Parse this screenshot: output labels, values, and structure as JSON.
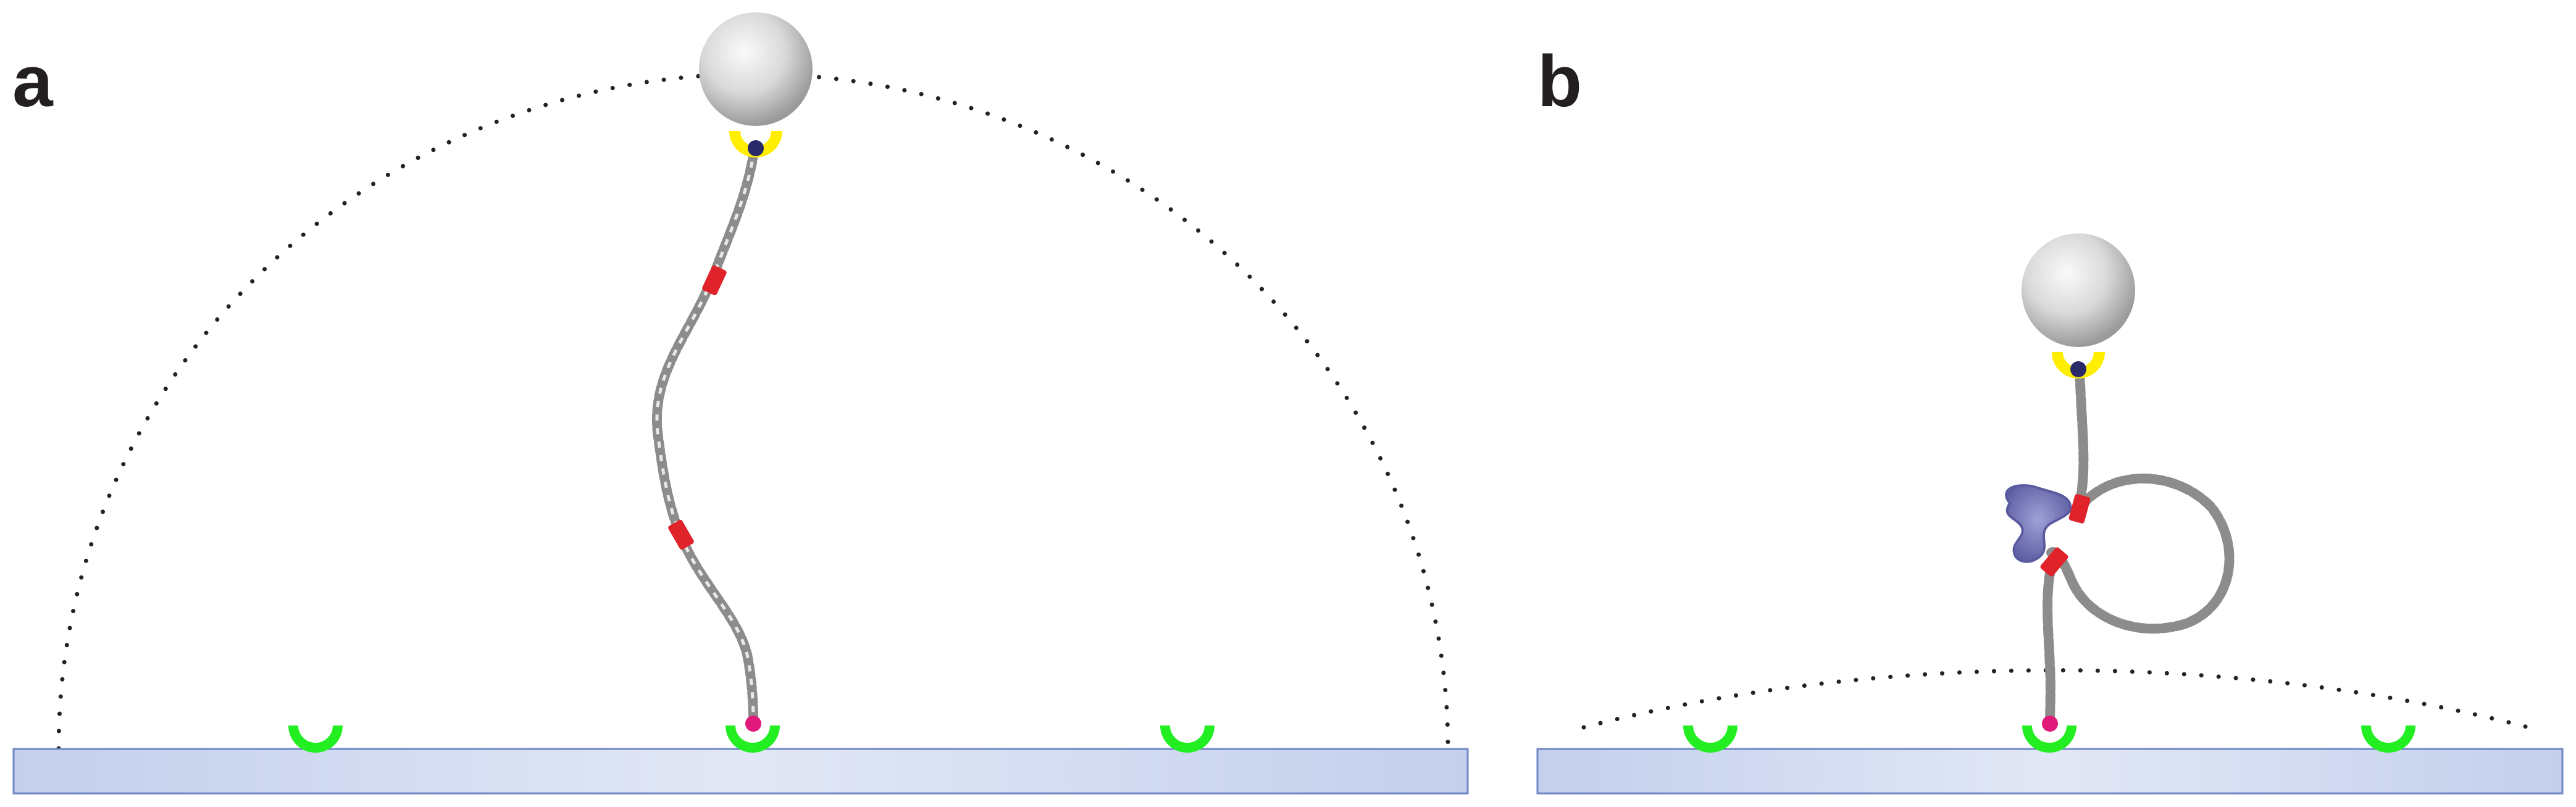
{
  "figure": {
    "panels": [
      {
        "id": "a",
        "label": "a"
      },
      {
        "id": "b",
        "label": "b"
      }
    ]
  },
  "colors": {
    "surface": "#c6d1ec",
    "surface_edge": "#6f86c4",
    "anchor": "#22ee22",
    "bead_holder": "#ffee00",
    "bead_link": "#2a2a6a",
    "surface_link": "#e0197a",
    "dna": "#8c8c8c",
    "binding_site": "#e0232a",
    "protein": "#7a7ab8",
    "hemisphere": "#222222"
  }
}
